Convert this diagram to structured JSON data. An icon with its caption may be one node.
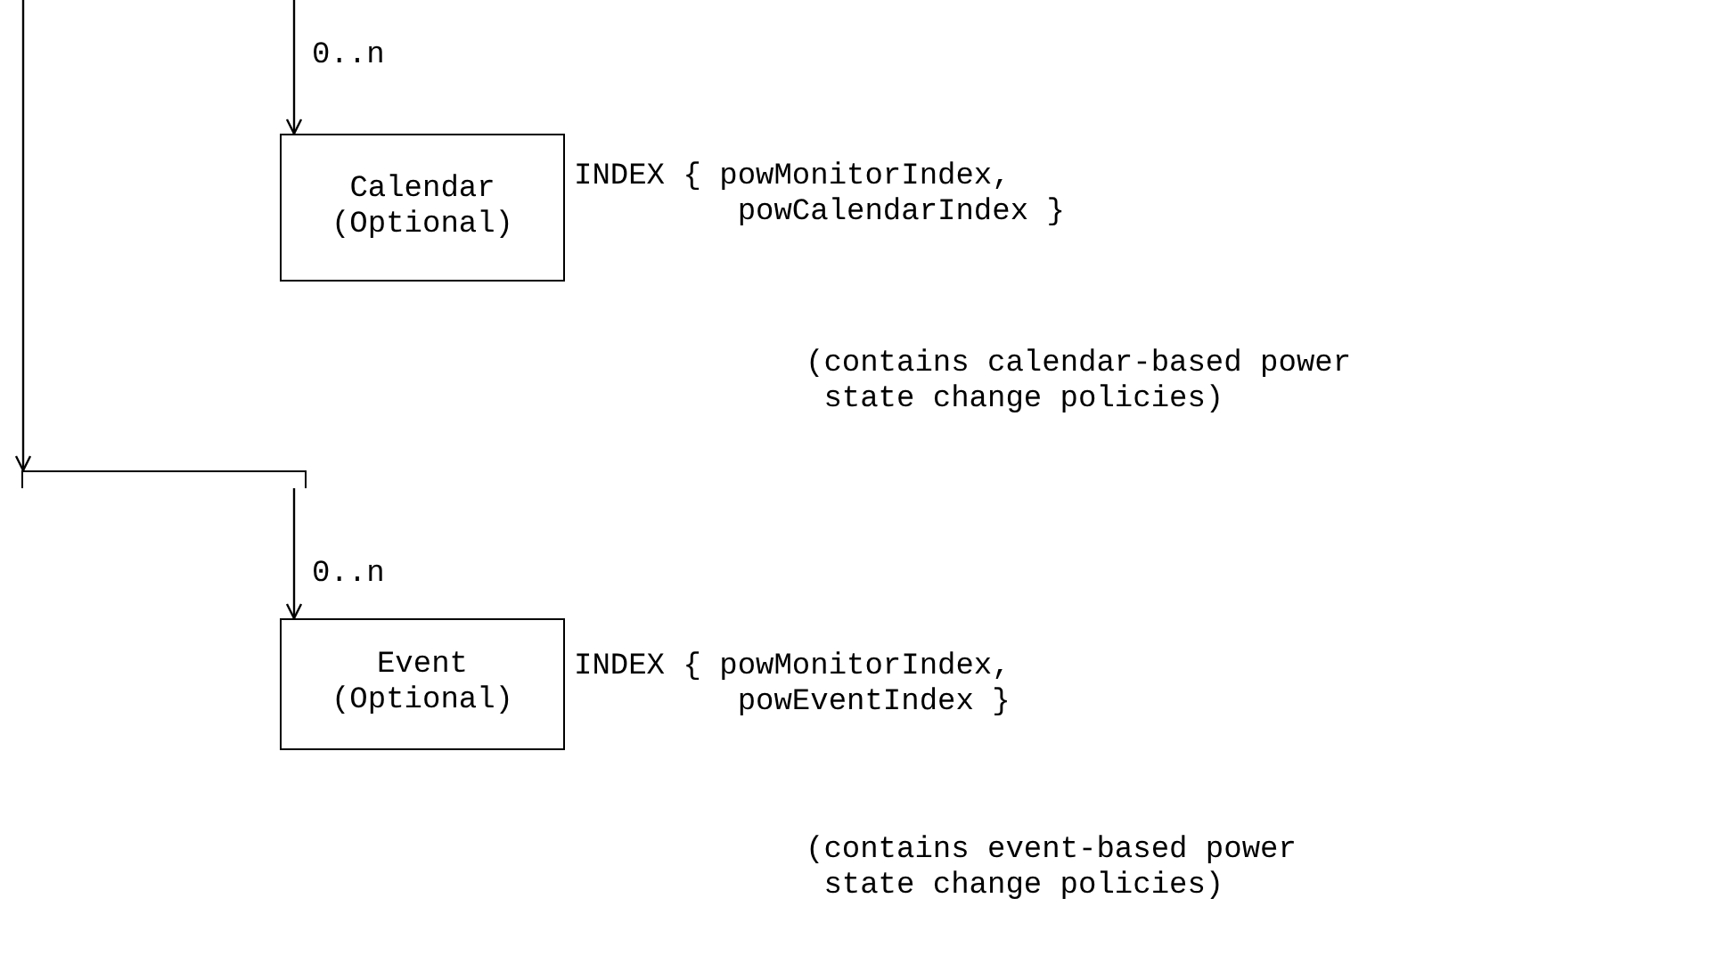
{
  "diagram": {
    "nodes": [
      {
        "text": [
          "Calendar",
          "(Optional)"
        ],
        "beside": [
          "INDEX { powMonitorIndex, powCalendarIndex }"
        ]
      },
      {
        "text": [],
        "shape": "bar"
      },
      {
        "text": [
          "Event",
          "(Optional)"
        ],
        "beside": [
          "INDEX { powMonitorIndex, powEventIndex }"
        ]
      }
    ],
    "edges": [
      {
        "from": null,
        "to": 0,
        "arrow": "to",
        "label": "0..n"
      },
      {
        "from": null,
        "to": 1,
        "arrow": "to"
      },
      {
        "from": 1,
        "to": 2,
        "arrow": "to",
        "label": "0..n"
      }
    ],
    "labels": [
      "(contains calendar-based power state change policies)",
      "(contains event-based power state change policies)"
    ]
  }
}
